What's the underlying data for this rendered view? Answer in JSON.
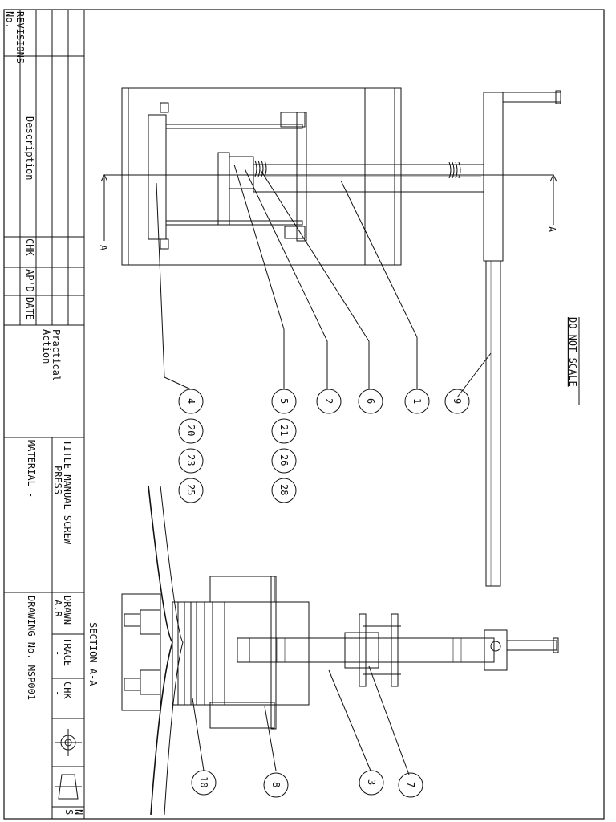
{
  "title_block": {
    "no_label": "No.",
    "revisions_label": "REVISIONS",
    "description_label": "Description",
    "chk_label": "CHK",
    "apd_label": "AP'D",
    "date_label": "DATE",
    "company_line1": "Practical",
    "company_line2": "Action",
    "title_line1": "TITLE  MANUAL  SCREW",
    "title_line2": "PRESS",
    "material_label": "MATERIAL  -",
    "drawn_label": "DRAWN",
    "drawn_value": "A.R",
    "trace_label": "TRACE",
    "trace_value": "-",
    "chk2_label": "CHK",
    "chk2_value": "-",
    "drawing_no_label": "DRAWING  No.  MSP001",
    "corner_text_1": "N",
    "corner_text_2": "S"
  },
  "notes": {
    "do_not_scale": "DO  NOT  SCALE",
    "section_label": "SECTION  A-A",
    "section_marker_a": "A"
  },
  "balloons_top": [
    "9",
    "1",
    "6",
    "2",
    "5"
  ],
  "balloon_groups": [
    [
      "5",
      "21",
      "26",
      "28"
    ],
    [
      "4",
      "20",
      "23",
      "25"
    ]
  ],
  "balloons_bottom": [
    "7",
    "3",
    "8",
    "10"
  ]
}
